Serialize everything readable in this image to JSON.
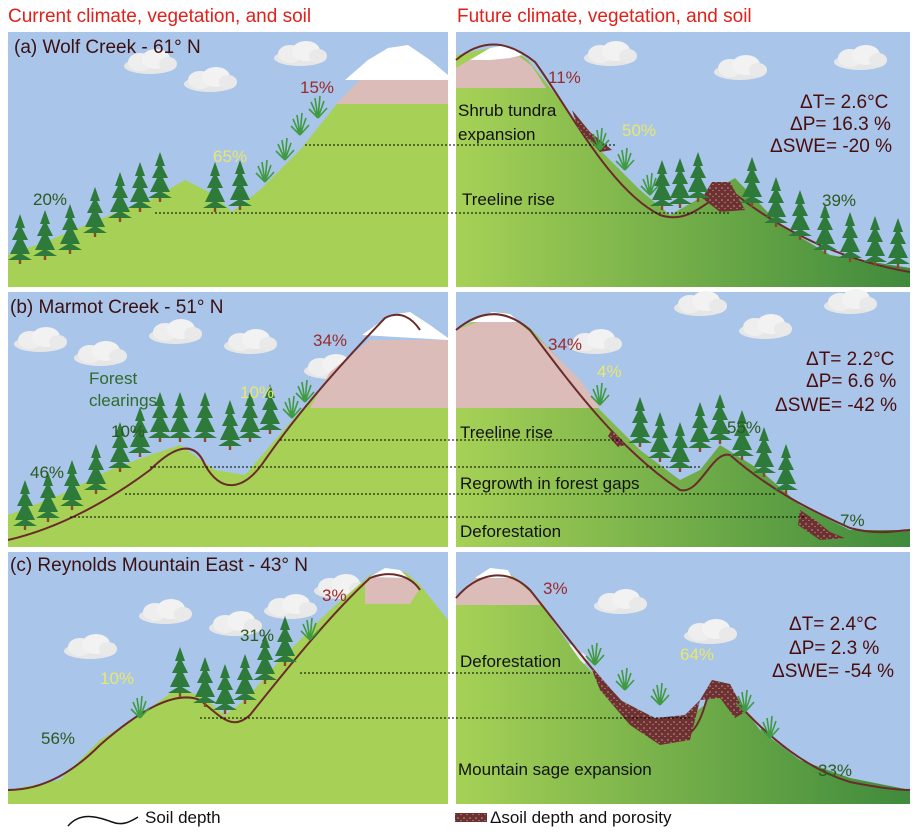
{
  "headers": {
    "left": "Current climate, vegetation, and soil",
    "right": "Future climate, vegetation, and soil"
  },
  "panels": [
    {
      "title": "(a) Wolf Creek - 61° N",
      "current": {
        "summit": "15%",
        "upper": "65%",
        "lower": "20%"
      },
      "future": {
        "summit": "11%",
        "upper": "50%",
        "lower": "39%"
      },
      "changes": [
        "Shrub tundra",
        "expansion",
        "Treeline rise"
      ],
      "deltas": [
        "ΔT= 2.6°C",
        "ΔP= 16.3 %",
        "ΔSWE= -20 %"
      ]
    },
    {
      "title": "(b) Marmot Creek - 51° N",
      "current": {
        "summit": "34%",
        "upper": "10%",
        "clearing_label": [
          "Forest",
          "clearings"
        ],
        "mid": "10%",
        "lower": "46%"
      },
      "future": {
        "summit": "34%",
        "upper": "4%",
        "mid": "55%",
        "lower": "7%"
      },
      "changes": [
        "Treeline rise",
        "Regrowth in forest gaps",
        "Deforestation"
      ],
      "deltas": [
        "ΔT= 2.2°C",
        "ΔP= 6.6 %",
        "ΔSWE= -42 %"
      ]
    },
    {
      "title": "(c) Reynolds Mountain East - 43° N",
      "current": {
        "summit": "3%",
        "upper": "31%",
        "mid": "10%",
        "lower": "56%"
      },
      "future": {
        "summit": "3%",
        "upper": "64%",
        "lower": "33%"
      },
      "changes": [
        "Deforestation",
        "Mountain sage expansion"
      ],
      "deltas": [
        "ΔT= 2.4°C",
        "ΔP= 2.3 %",
        "ΔSWE= -54 %"
      ]
    }
  ],
  "legend": {
    "soil": "Soil depth",
    "delta_soil": "Δsoil depth and porosity"
  },
  "colors": {
    "sky": "#a9c5ea",
    "grass": "#a6d156",
    "grass_dark": "#3e8a3a",
    "snow": "#ffffff",
    "alpine": "#dbbcb9",
    "soil_line": "#6b2b2b",
    "soil_fill": "#6e3131",
    "tree": "#2d7a3a",
    "header": "#e0201a"
  },
  "icons": [
    "conifer-tree-icon",
    "shrub-icon",
    "cloud-icon",
    "snow-cap-icon"
  ]
}
